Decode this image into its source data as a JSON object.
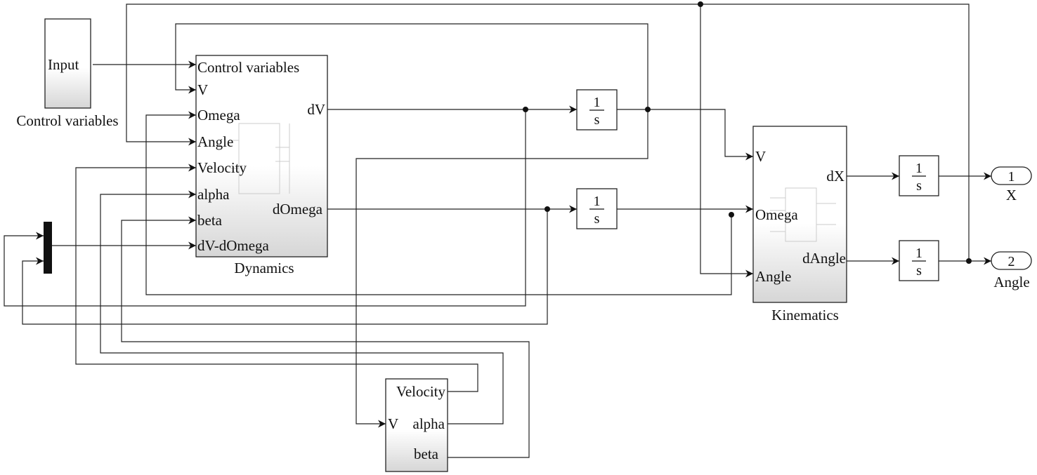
{
  "input_block": {
    "port": "Input",
    "label": "Control variables"
  },
  "dynamics": {
    "label": "Dynamics",
    "inputs": [
      "Control variables",
      "V",
      "Omega",
      "Angle",
      "Velocity",
      "alpha",
      "beta",
      "dV-dOmega"
    ],
    "outputs": [
      "dV",
      "dOmega"
    ]
  },
  "kinematics": {
    "label": "Kinematics",
    "inputs": [
      "V",
      "Omega",
      "Angle"
    ],
    "outputs": [
      "dX",
      "dAngle"
    ]
  },
  "aero": {
    "inputs": [
      "V"
    ],
    "outputs": [
      "Velocity",
      "alpha",
      "beta"
    ]
  },
  "integrators": [
    {
      "num": "1",
      "den": "s"
    },
    {
      "num": "1",
      "den": "s"
    },
    {
      "num": "1",
      "den": "s"
    },
    {
      "num": "1",
      "den": "s"
    }
  ],
  "outports": [
    {
      "num": "1",
      "label": "X"
    },
    {
      "num": "2",
      "label": "Angle"
    }
  ]
}
